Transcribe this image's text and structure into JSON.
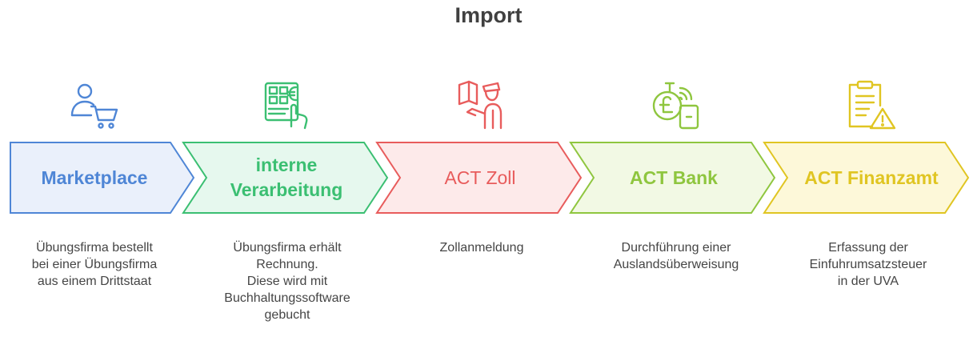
{
  "title": "Import",
  "steps": [
    {
      "label": "Marketplace",
      "description": "Übungsfirma bestellt\nbei einer Übungsfirma\naus einem Drittstaat",
      "color": "#4f86d6",
      "fill": "#eaf0fb",
      "icon": "user-cart-icon"
    },
    {
      "label": "interne\nVerarbeitung",
      "description": "Übungsfirma erhält\nRechnung.\nDiese wird mit\nBuchhaltungssoftware\ngebucht",
      "color": "#3bbf72",
      "fill": "#e6f8ee",
      "icon": "calculator-hand-icon"
    },
    {
      "label": "ACT Zoll",
      "description": "Zollanmeldung",
      "color": "#e85c5c",
      "fill": "#fdeaea",
      "icon": "customs-officer-icon"
    },
    {
      "label": "ACT Bank",
      "description": "Durchführung einer\nAuslandsüberweisung",
      "color": "#8fc63f",
      "fill": "#f2f9e4",
      "icon": "pound-wireless-payment-icon"
    },
    {
      "label": "ACT Finanzamt",
      "description": "Erfassung der\nEinfuhrumsatzsteuer\nin der UVA",
      "color": "#e0c522",
      "fill": "#fdf8d9",
      "icon": "clipboard-warning-icon"
    }
  ]
}
